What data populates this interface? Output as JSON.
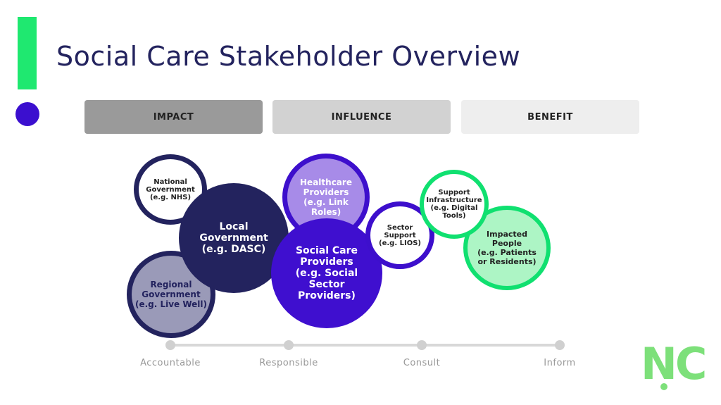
{
  "title": "Social Care Stakeholder Overview",
  "headers": [
    "IMPACT",
    "INFLUENCE",
    "BENEFIT"
  ],
  "stakeholders": [
    {
      "name": "National\nGovernment\n(e.g. NHS)"
    },
    {
      "name": "Regional\nGovernment\n(e.g. Live Well)"
    },
    {
      "name": "Local\nGovernment\n(e.g. DASC)"
    },
    {
      "name": "Healthcare\nProviders\n(e.g. Link Roles)"
    },
    {
      "name": "Social Care\nProviders\n(e.g. Social\nSector\nProviders)"
    },
    {
      "name": "Sector\nSupport\n(e.g. LIOS)"
    },
    {
      "name": "Support\nInfrastructure\n(e.g. Digital\nTools)"
    },
    {
      "name": "Impacted\nPeople\n(e.g. Patients\nor Residents)"
    }
  ],
  "scale": [
    "Accountable",
    "Responsible",
    "Consult",
    "Inform"
  ],
  "logo": "NC",
  "colors": {
    "navy": "#23235e",
    "purple": "#3d0fcc",
    "green": "#10e070"
  }
}
